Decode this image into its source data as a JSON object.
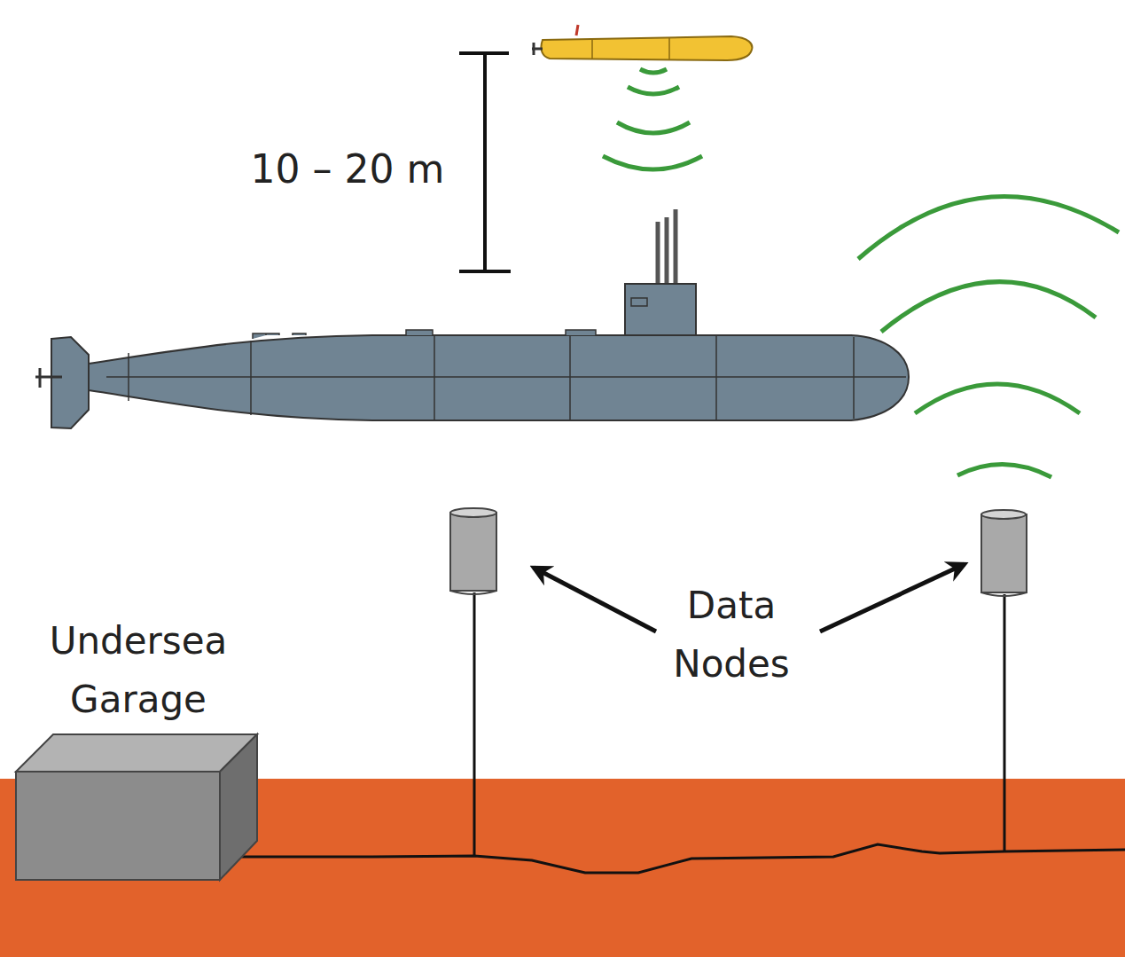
{
  "diagram": {
    "nodes": [
      {
        "text": [
          "Undersea Garage"
        ]
      }
    ],
    "labels": [
      "10 – 20 m",
      "Data Nodes"
    ]
  }
}
